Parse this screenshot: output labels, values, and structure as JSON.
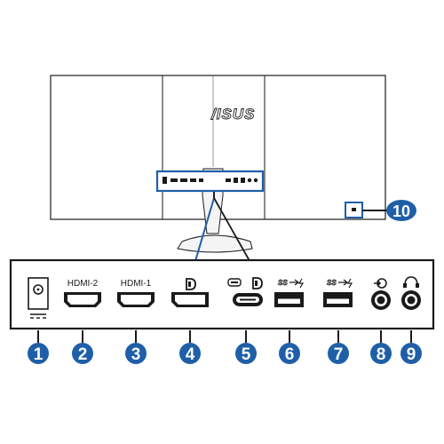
{
  "diagram": {
    "brand_logo_text": "/ISUS",
    "ports": [
      {
        "number": "1",
        "label": "",
        "icon": "dc-power-input-icon"
      },
      {
        "number": "2",
        "label": "HDMI-2",
        "icon": "hdmi-port-icon"
      },
      {
        "number": "3",
        "label": "HDMI-1",
        "icon": "hdmi-port-icon"
      },
      {
        "number": "4",
        "label": "",
        "icon": "displayport-port-icon"
      },
      {
        "number": "5",
        "label": "",
        "icon": "usb-c-displayport-icon"
      },
      {
        "number": "6",
        "label": "",
        "icon": "usb-3-2-port-icon"
      },
      {
        "number": "7",
        "label": "",
        "icon": "usb-3-2-port-icon"
      },
      {
        "number": "8",
        "label": "",
        "icon": "audio-line-in-icon"
      },
      {
        "number": "9",
        "label": "",
        "icon": "headphone-jack-icon"
      }
    ],
    "lock_callout": {
      "number": "10",
      "icon": "kensington-lock-icon"
    },
    "colors": {
      "line": "#1a1a1a",
      "accent_blue": "#1f5fa8",
      "badge": "#1f5fa8",
      "light_fill": "#f2f2f2"
    }
  }
}
